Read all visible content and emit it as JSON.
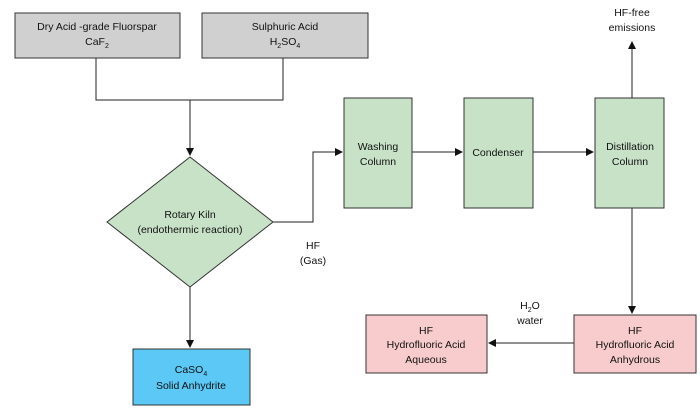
{
  "nodes": {
    "fluorspar": {
      "line1": "Dry Acid -grade Fluorspar",
      "formula": "CaF",
      "sub": "2",
      "color": "#d0d0d0"
    },
    "sulphuric": {
      "line1": "Sulphuric Acid",
      "f1": "H",
      "s1": "2",
      "f2": "SO",
      "s2": "4",
      "color": "#d0d0d0"
    },
    "kiln": {
      "line1": "Rotary Kiln",
      "line2": "(endothermic reaction)",
      "color": "#c8e2c8"
    },
    "anhydrite": {
      "f1": "CaSO",
      "s1": "4",
      "line2": "Solid Anhydrite",
      "color": "#5bc8f5"
    },
    "washing": {
      "line1": "Washing",
      "line2": "Column",
      "color": "#c8e2c8"
    },
    "condenser": {
      "line1": "Condenser",
      "color": "#c8e2c8"
    },
    "distillation": {
      "line1": "Distillation",
      "line2": "Column",
      "color": "#c8e2c8"
    },
    "anhydrous": {
      "line1": "HF",
      "line2": "Hydrofluoric Acid",
      "line3": "Anhydrous",
      "color": "#f8cccc"
    },
    "aqueous": {
      "line1": "HF",
      "line2": "Hydrofluoric Acid",
      "line3": "Aqueous",
      "color": "#f8cccc"
    }
  },
  "labels": {
    "hf_gas": {
      "line1": "HF",
      "line2": "(Gas)"
    },
    "emissions": {
      "line1": "HF-free",
      "line2": "emissions"
    },
    "water": {
      "f1": "H",
      "s1": "2",
      "f2": "O",
      "line2": "water"
    }
  }
}
